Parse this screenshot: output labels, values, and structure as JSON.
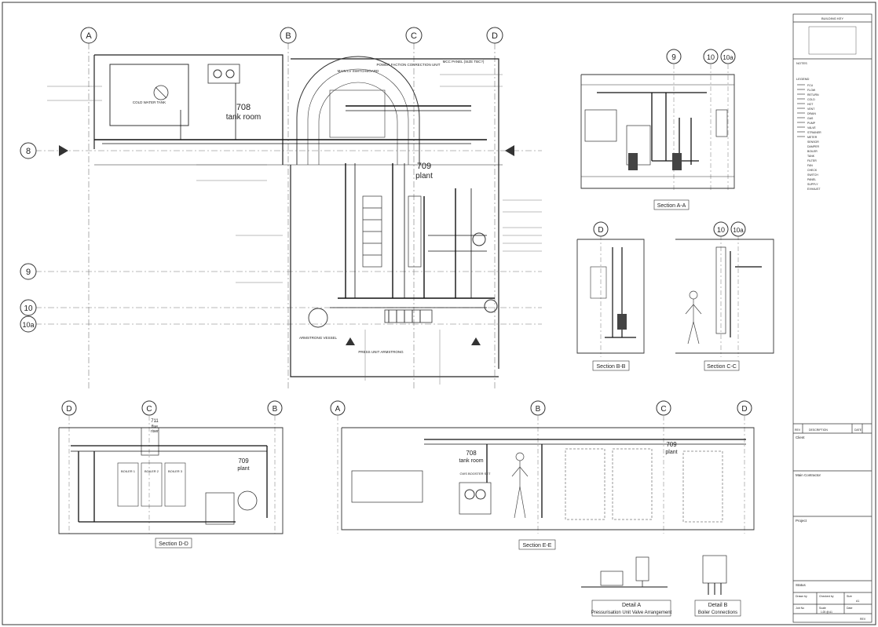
{
  "drawing": {
    "grid_top": [
      "A",
      "B",
      "C",
      "D"
    ],
    "grid_left": [
      "8",
      "9",
      "10",
      "10a"
    ],
    "rooms": {
      "tank_room_number": "708",
      "tank_room_name": "tank room",
      "plant_number": "709",
      "plant_name": "plant"
    },
    "flue_riser_number": "711",
    "flue_riser_line1": "flue",
    "flue_riser_line2": "riser",
    "callouts": {
      "cold_water_tank": "COLD WATER TANK",
      "main_lv_switchboard": "MAIN LV SWITCHBOARD",
      "power_factor_unit": "POWER FACTION CORRECTION UNIT",
      "mcc_panel": "MCC PANEL (SIZE TBC?)",
      "press_unit": "PRESS UNIT ARMSTRONG",
      "cws_booster": "CWS BOOSTER SET",
      "boiler_1": "BOILER 1",
      "boiler_2": "BOILER 2",
      "boiler_3": "BOILER 3",
      "armstrong_vessel": "ARMSTRONG VESSEL"
    }
  },
  "sections": {
    "aa": {
      "title": "Section A-A",
      "grids": [
        "9",
        "10",
        "10a"
      ]
    },
    "bb": {
      "title": "Section B-B",
      "grids": [
        "D"
      ]
    },
    "cc": {
      "title": "Section C-C",
      "grids": [
        "10",
        "10a"
      ]
    },
    "dd": {
      "title": "Section D-D",
      "grids": [
        "D",
        "C",
        "B"
      ],
      "room_number": "709",
      "room_name": "plant"
    },
    "ee": {
      "title": "Section E-E",
      "grids": [
        "A",
        "B",
        "C",
        "D"
      ],
      "room1_number": "708",
      "room1_name": "tank room",
      "room2_number": "709",
      "room2_name": "plant"
    }
  },
  "details": {
    "a": {
      "line1": "Detail A",
      "line2": "Pressurisation Unit Valve Arrangement"
    },
    "b": {
      "line1": "Detail B",
      "line2": "Boiler Connections"
    }
  },
  "title_block": {
    "building_key": "BUILDING KEY",
    "notes_heading": "NOTES",
    "legend_heading": "LEGEND",
    "legend_items": [
      "FCU",
      "FLOW",
      "RETURN",
      "COLD",
      "HOT",
      "VENT",
      "DRAIN",
      "GAS",
      "PUMP",
      "VALVE",
      "STRAINER",
      "METER",
      "SENSOR",
      "DAMPER",
      "BOILER",
      "TANK",
      "FILTER",
      "FAN",
      "CHECK",
      "SWITCH",
      "PANEL",
      "SUPPLY",
      "EXHAUST"
    ],
    "rev_heading": "REV",
    "description_heading": "DESCRIPTION",
    "date_heading": "DATE",
    "client": "Client",
    "main_contractor": "Main Contractor",
    "project": "Project",
    "status": "Status",
    "drawn_by": "Drawn by",
    "checked_by": "Checked by",
    "size": "Size",
    "size_value": "A1",
    "job_no": "Job No",
    "scale": "Scale",
    "scale_value": "1:25 @ A1",
    "date": "Date",
    "rev": "REV"
  }
}
